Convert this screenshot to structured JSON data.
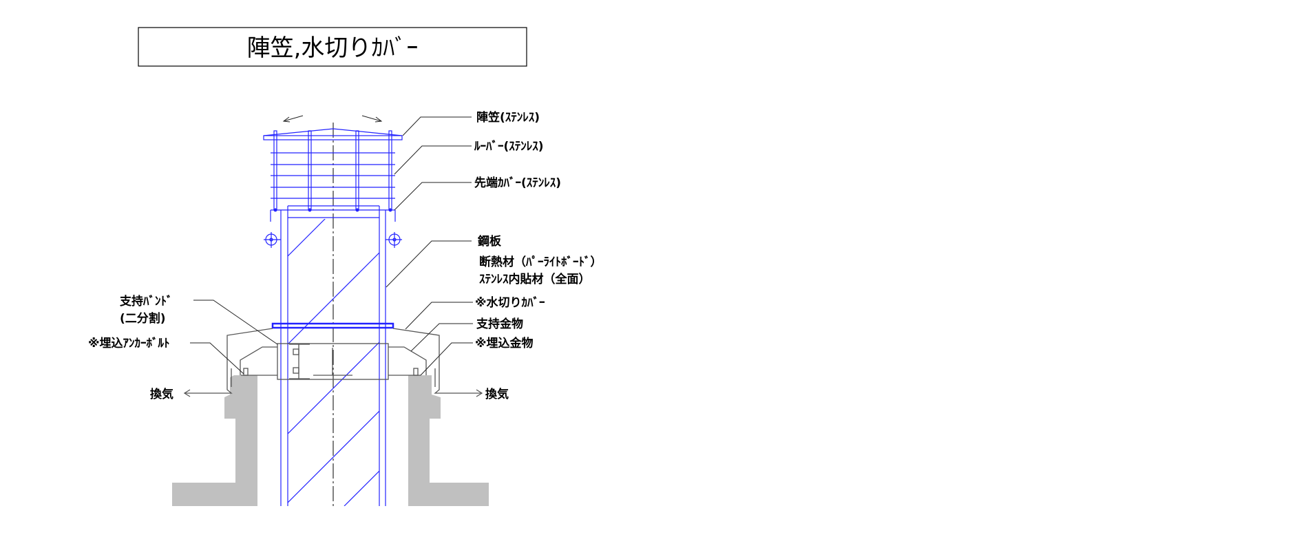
{
  "title": "陣笠,水切りｶﾊﾞｰ",
  "labels": {
    "jingasa": "陣笠(ｽﾃﾝﾚｽ)",
    "louver": "ﾙｰﾊﾞｰ(ｽﾃﾝﾚｽ)",
    "tip_cover": "先端ｶﾊﾞｰ(ｽﾃﾝﾚｽ)",
    "steel_plate": "鋼板",
    "insulation": "断熱材（ﾊﾟｰﾗｲﾄﾎﾞｰﾄﾞ）",
    "stainless_lining": "ｽﾃﾝﾚｽ内貼材（全面）",
    "water_cover": "※水切りｶﾊﾞｰ",
    "support_bracket": "支持金物",
    "embedded_hardware": "※埋込金物",
    "support_band": "支持ﾊﾞﾝﾄﾞ",
    "support_band_note": "(二分割)",
    "anchor_bolt": "※埋込ｱﾝｶｰﾎﾞﾙﾄ",
    "vent_left": "換気",
    "vent_right": "換気"
  },
  "colors": {
    "duct": "#2222ff",
    "concrete": "#c0c0c0",
    "lines": "#222222"
  }
}
